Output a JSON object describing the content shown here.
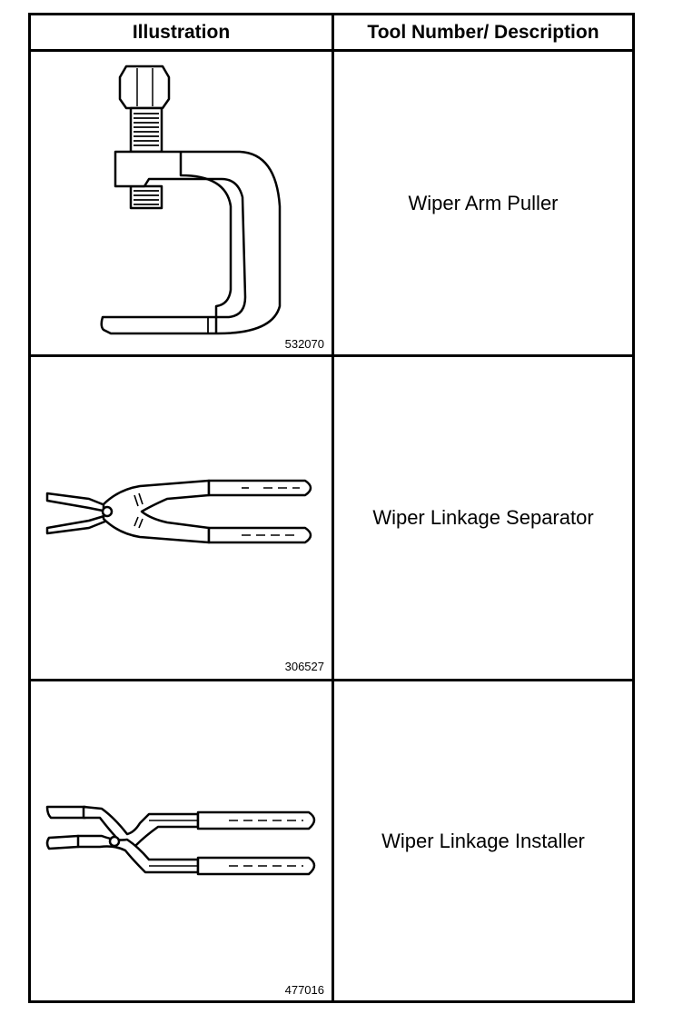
{
  "headers": {
    "illustration": "Illustration",
    "description": "Tool Number/ Description"
  },
  "rows": [
    {
      "figure_number": "532070",
      "description": "Wiper Arm Puller",
      "icon": "wiper-arm-puller-icon"
    },
    {
      "figure_number": "306527",
      "description": "Wiper Linkage Separator",
      "icon": "wiper-linkage-separator-icon"
    },
    {
      "figure_number": "477016",
      "description": "Wiper Linkage Installer",
      "icon": "wiper-linkage-installer-icon"
    }
  ]
}
